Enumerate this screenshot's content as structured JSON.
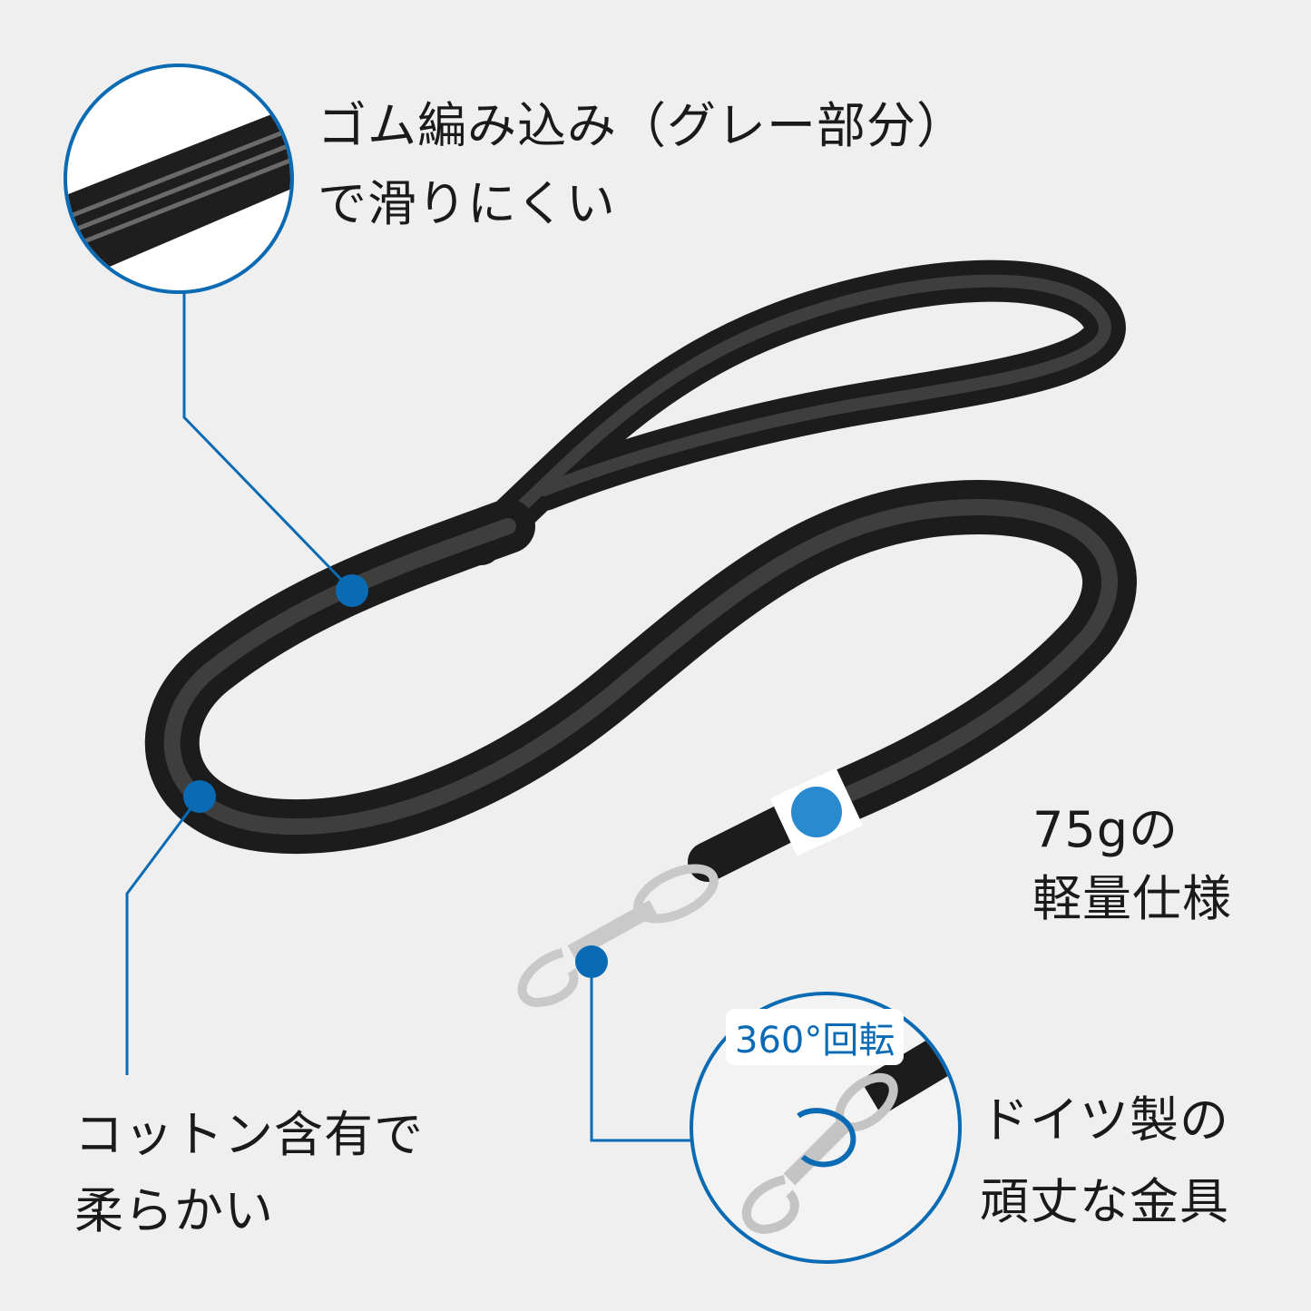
{
  "colors": {
    "accent": "#0a6ab4",
    "background": "#efefef",
    "leash": "#1c1c1c"
  },
  "callouts": {
    "grip": {
      "line1": "ゴム編み込み（グレー部分）",
      "line2": "で滑りにくい"
    },
    "weight": {
      "line1": "75gの",
      "line2": "軽量仕様"
    },
    "cotton": {
      "line1": "コットン含有で",
      "line2": "柔らかい"
    },
    "hardware": {
      "line1": "ドイツ製の",
      "line2": "頑丈な金具"
    },
    "rotation_badge": "360°回転"
  }
}
